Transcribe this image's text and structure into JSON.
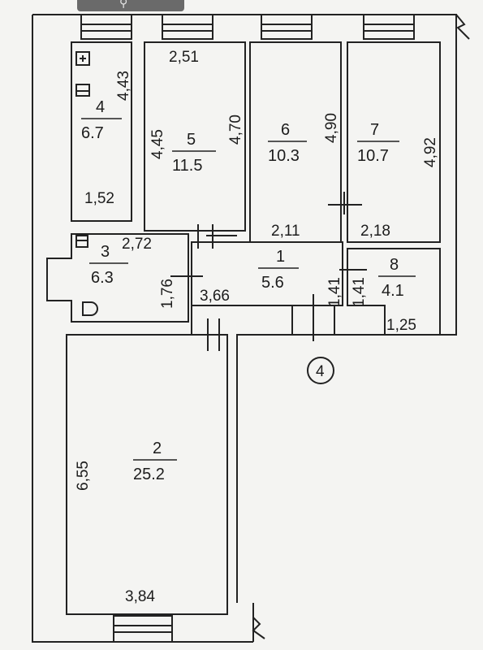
{
  "rooms": [
    {
      "number": "4",
      "area": "6.7"
    },
    {
      "number": "5",
      "area": "11.5"
    },
    {
      "number": "6",
      "area": "10.3"
    },
    {
      "number": "7",
      "area": "10.7"
    },
    {
      "number": "3",
      "area": "6.3"
    },
    {
      "number": "1",
      "area": "5.6"
    },
    {
      "number": "8",
      "area": "4.1"
    },
    {
      "number": "2",
      "area": "25.2"
    }
  ],
  "dimensions": {
    "r4_height": "4,43",
    "r4_width": "1,52",
    "r5_width": "2,51",
    "r5_left": "4,45",
    "r5_right": "4,70",
    "r6_height": "4,90",
    "r6_width": "2,11",
    "r7_height": "4,92",
    "r7_width": "2,18",
    "r3_width": "2,72",
    "r3_height": "1,76",
    "r1_width": "3,66",
    "r1_height": "1,41",
    "r8_height": "1,41",
    "r8_width": "1,25",
    "r2_height": "6,55",
    "r2_width": "3,84"
  },
  "marker": "4"
}
